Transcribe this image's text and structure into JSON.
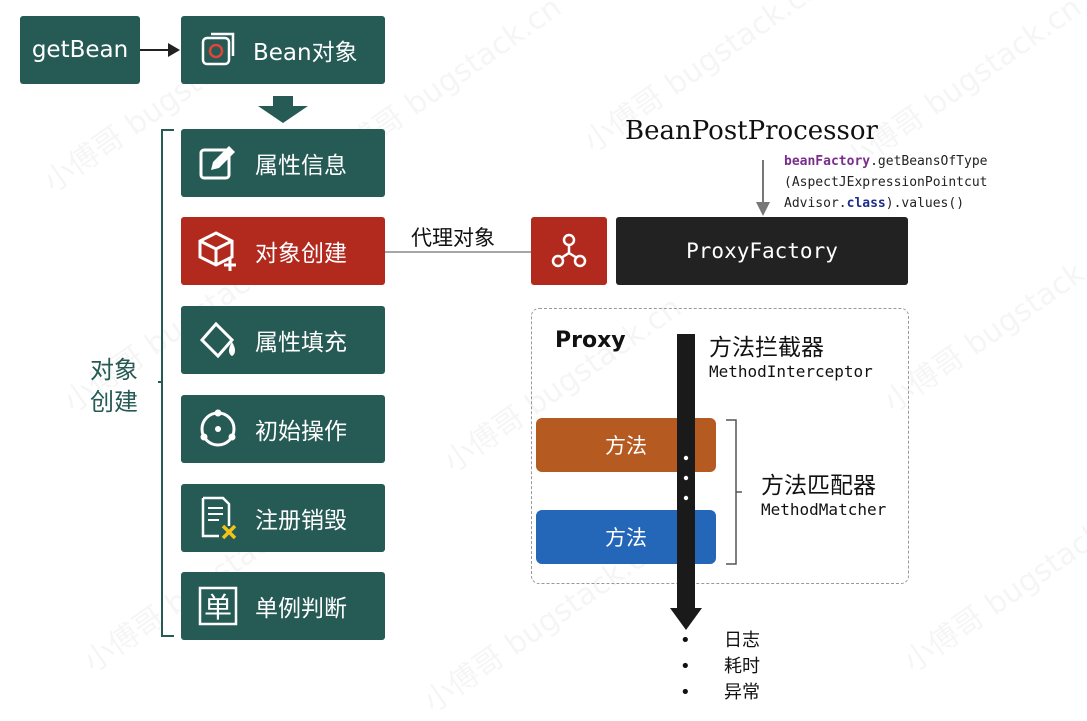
{
  "flow": {
    "get_bean": "getBean",
    "bean_object": "Bean对象",
    "group_label_line1": "对象",
    "group_label_line2": "创建"
  },
  "steps": [
    {
      "label": "属性信息",
      "icon": "edit-icon",
      "color": "#255a55"
    },
    {
      "label": "对象创建",
      "icon": "cube-plus-icon",
      "color": "#b22a1e"
    },
    {
      "label": "属性填充",
      "icon": "paint-bucket-icon",
      "color": "#255a55"
    },
    {
      "label": "初始操作",
      "icon": "circle-dots-icon",
      "color": "#255a55"
    },
    {
      "label": "注册销毁",
      "icon": "document-x-icon",
      "color": "#255a55"
    },
    {
      "label": "单例判断",
      "icon": "single-char-icon",
      "color": "#255a55"
    }
  ],
  "proxy_link_label": "代理对象",
  "bean_post_processor": "BeanPostProcessor",
  "code": {
    "line1_kw": "beanFactory",
    "line1_rest": ".getBeansOfType",
    "line2": "(AspectJExpressionPointcut",
    "line3_pre": "Advisor.",
    "line3_kw": "class",
    "line3_post": ").values()"
  },
  "proxy_factory": "ProxyFactory",
  "proxy": {
    "title": "Proxy",
    "interceptor_cn": "方法拦截器",
    "interceptor_en": "MethodInterceptor",
    "matcher_cn": "方法匹配器",
    "matcher_en": "MethodMatcher",
    "method_1": "方法",
    "method_2": "方法"
  },
  "outputs": [
    "日志",
    "耗时",
    "异常"
  ],
  "colors": {
    "teal": "#255a55",
    "red": "#b22a1e",
    "orange": "#b55a20",
    "blue": "#2466b8",
    "dark": "#222222"
  },
  "watermark": "小傅哥 bugstack.cn"
}
